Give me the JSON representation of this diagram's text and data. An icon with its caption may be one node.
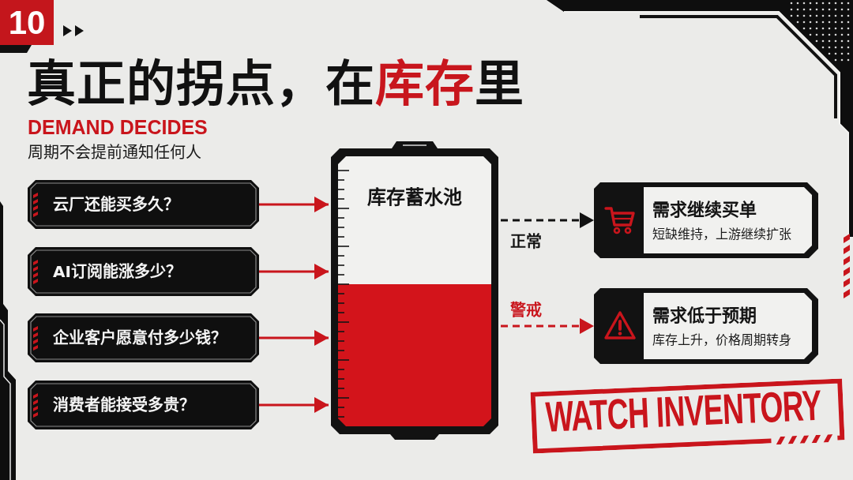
{
  "diagram": {
    "title": "真正的拐点，在**库存**里",
    "nodes": [
      {
        "text": [
          "10"
        ]
      },
      {
        "text": [
          "云厂还能买多久？"
        ]
      },
      {
        "text": [
          "AI订阅能涨多少？"
        ]
      },
      {
        "text": [
          "企业客户愿意付多少钱？"
        ]
      },
      {
        "text": [
          "消费者能接受多贵？"
        ]
      },
      {
        "text": [
          "库存蓄水池"
        ]
      },
      {
        "text": [
          "需求继续买单",
          "短缺维持，上游继续扩张"
        ]
      },
      {
        "text": [
          "需求低于预期",
          "库存上升，价格周期转身"
        ]
      },
      {
        "text": [
          "WATCH INVENTORY"
        ]
      }
    ],
    "edges": [
      {
        "from": 1,
        "to": 5,
        "arrow": "to"
      },
      {
        "from": 2,
        "to": 5,
        "arrow": "to"
      },
      {
        "from": 3,
        "to": 5,
        "arrow": "to"
      },
      {
        "from": 4,
        "to": 5,
        "arrow": "to"
      },
      {
        "from": 5,
        "to": 6,
        "arrow": "to",
        "label": "正常",
        "style": "dashed",
        "color": "#111111"
      },
      {
        "from": 5,
        "to": 7,
        "arrow": "to",
        "label": "警戒",
        "style": "dashed"
      }
    ],
    "labels": [
      "DEMAND DECIDES",
      "周期不会提前通知任何人"
    ]
  }
}
